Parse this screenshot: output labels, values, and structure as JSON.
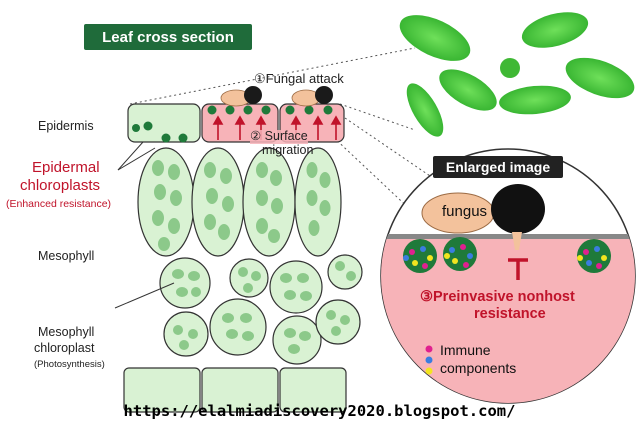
{
  "title": "Leaf cross section",
  "labels": {
    "fungal_attack": "①Fungal attack",
    "surface_migration_1": "② Surface",
    "surface_migration_2": "migration",
    "epidermis": "Epidermis",
    "epidermal_chloroplasts_1": "Epidermal",
    "epidermal_chloroplasts_2": "chloroplasts",
    "enhanced_resistance": "(Enhanced resistance)",
    "mesophyll": "Mesophyll",
    "mesophyll_chloroplast_1": "Mesophyll",
    "mesophyll_chloroplast_2": "chloroplast",
    "photosynthesis": "(Photosynthesis)",
    "enlarged_image": "Enlarged image",
    "fungus": "fungus",
    "preinvasive_1": "③Preinvasive nonhost",
    "preinvasive_2": "resistance",
    "immune_1": "Immune",
    "immune_2": "components"
  },
  "url": "https://elalmiadiscovery2020.blogspot.com/",
  "colors": {
    "title_bg": "#1f6b3a",
    "epidermal_red": "#c0132a",
    "cell_green": "#d9f2d3",
    "chloroplast_green": "#8cc98a",
    "pink_cell": "#f7b3b8",
    "leaf_green": "#3fc93a",
    "immune_magenta": "#e0208f",
    "immune_blue": "#3a7de0",
    "immune_yellow": "#f2e51f"
  }
}
